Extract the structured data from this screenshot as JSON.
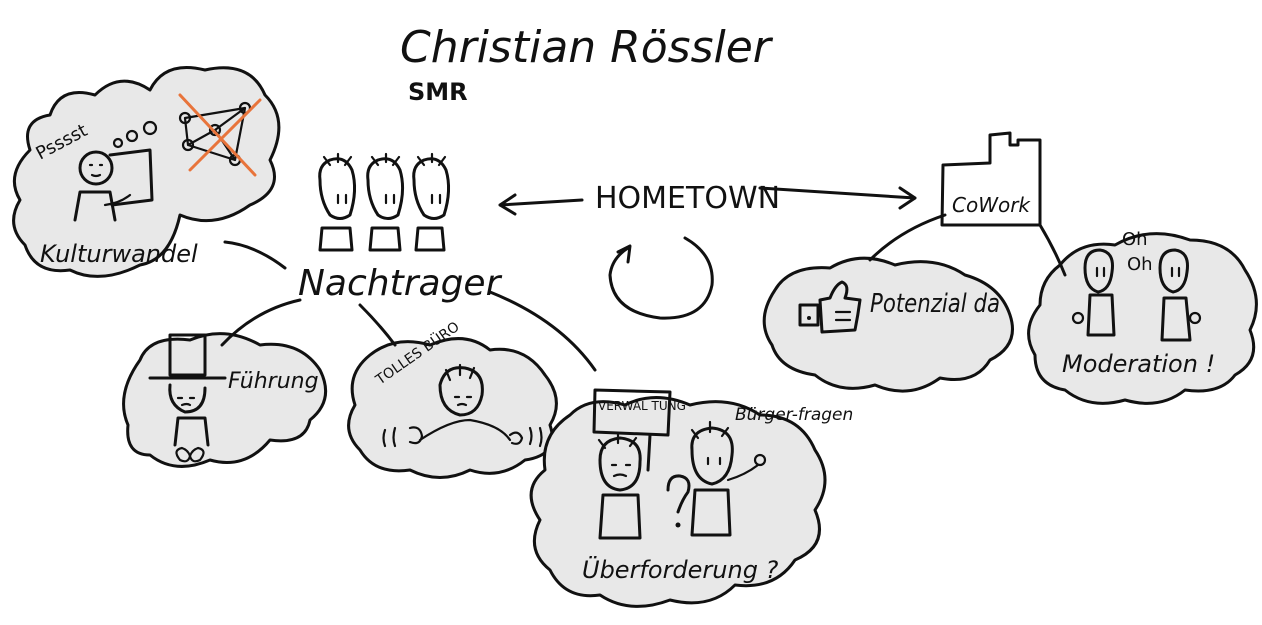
{
  "title": "Christian Rössler",
  "subtitle": "SMR",
  "center_label": "HOMETOWN",
  "central_node": "Nachtrager",
  "nodes": {
    "kulturwandel": {
      "label": "Kulturwandel",
      "speech": "Psssst"
    },
    "fuehrung": {
      "label": "Führung"
    },
    "buero": {
      "label": "TOLLES BÜRO"
    },
    "ueberforderung": {
      "label": "Überforderung ?",
      "sign": "VERWAL TUNG",
      "side": "Bürger-fragen"
    },
    "cowork": {
      "label": "CoWork"
    },
    "potenzial": {
      "label": "Potenzial da"
    },
    "moderation": {
      "label": "Moderation !",
      "speech_1": "Oh",
      "speech_2": "Oh"
    }
  }
}
